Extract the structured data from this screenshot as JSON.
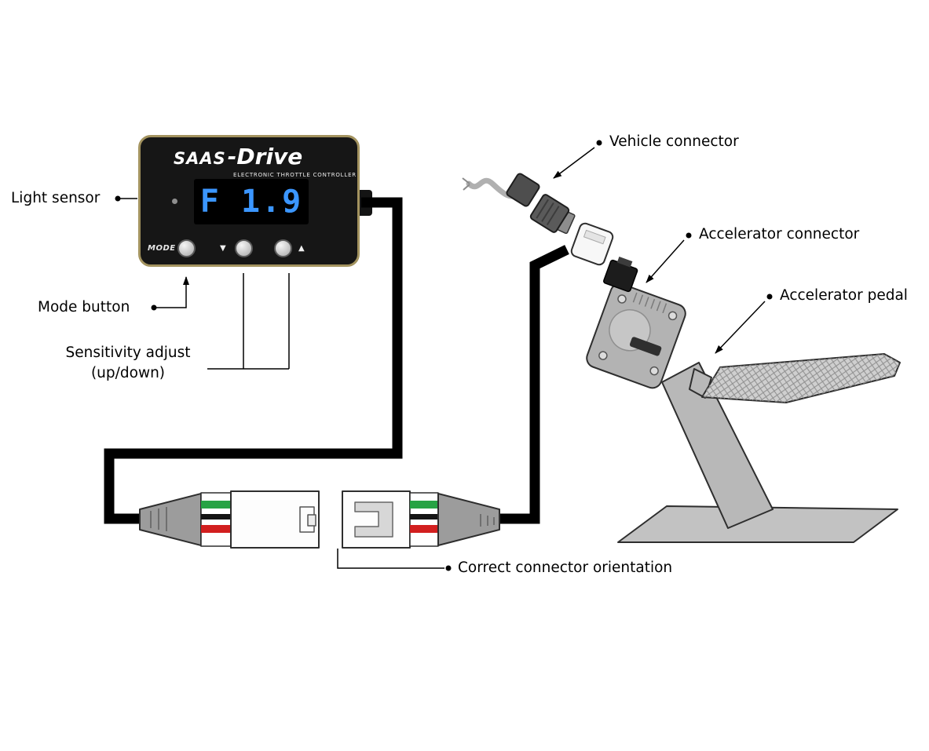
{
  "labels": {
    "light_sensor": "Light sensor",
    "mode_button": "Mode button",
    "sensitivity_adjust_line1": "Sensitivity adjust",
    "sensitivity_adjust_line2": "(up/down)",
    "vehicle_connector": "Vehicle connector",
    "accelerator_connector": "Accelerator connector",
    "accelerator_pedal": "Accelerator pedal",
    "correct_connector_orientation": "Correct connector orientation"
  },
  "device": {
    "brand": "SAAS",
    "brand_suffix": "-Drive",
    "subtitle": "ELECTRONIC THROTTLE CONTROLLER",
    "display_value": "F 1.9",
    "mode_button_label": "MODE",
    "down_arrow_glyph": "▼",
    "up_arrow_glyph": "▲"
  },
  "colors": {
    "display_text": "#3b96ff",
    "device_border": "#a3935f",
    "wire_green": "#27a344",
    "wire_black": "#141414",
    "wire_red": "#d21f1f"
  }
}
